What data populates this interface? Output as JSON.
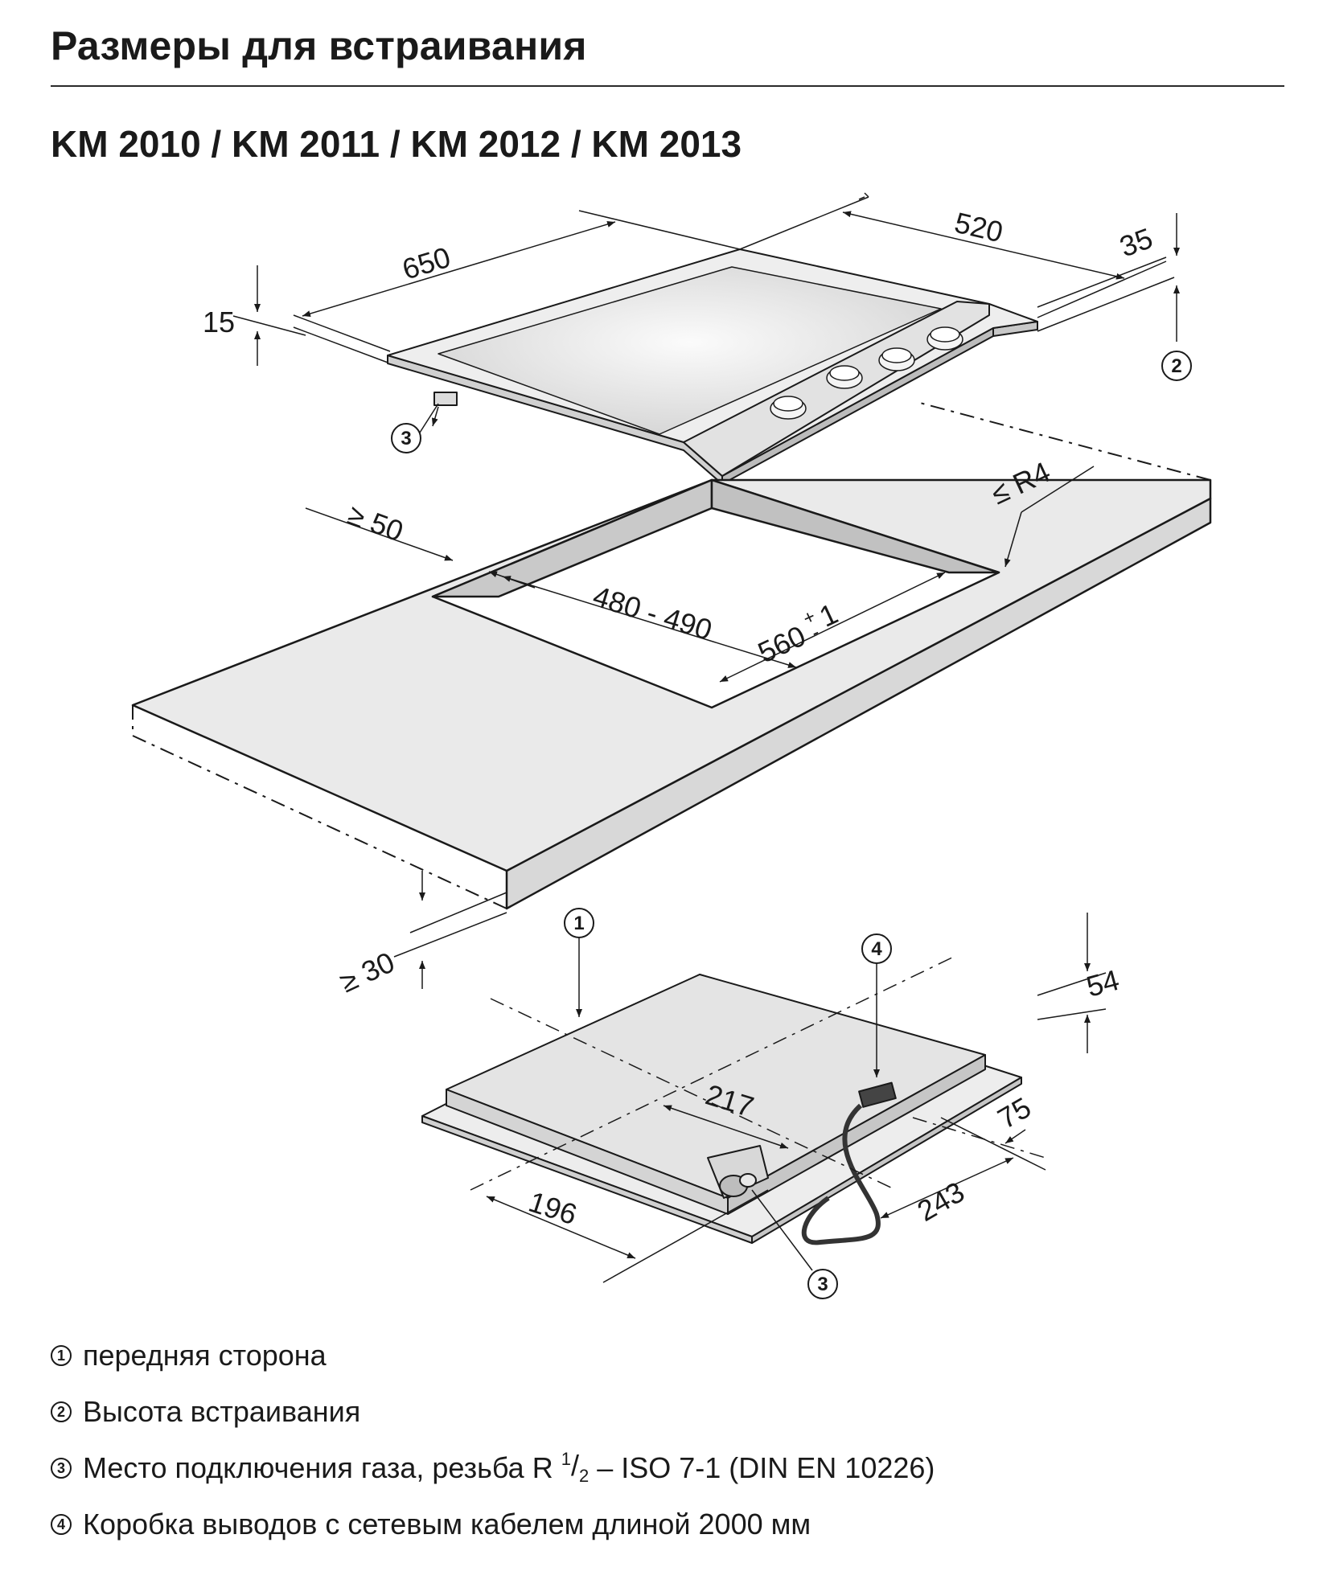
{
  "header": {
    "title": "Размеры для встраивания",
    "models": "KM 2010 / KM 2011 / KM 2012 / KM 2013"
  },
  "dimensions": {
    "depth_top": "650",
    "width_top": "520",
    "height_35": "35",
    "thickness_15": "15",
    "min_front": "≥ 50",
    "radius": "≤ R4",
    "cutout_depth": "480 - 490",
    "cutout_width_base": "560",
    "cutout_tol_plus": "+",
    "cutout_tol_minus": "-",
    "cutout_tol_val": "1",
    "min_thickness": "≥ 30",
    "dim_54": "54",
    "dim_217": "217",
    "dim_75": "75",
    "dim_196": "196",
    "dim_243": "243"
  },
  "callouts": {
    "c1": "1",
    "c2": "2",
    "c3": "3",
    "c4": "4"
  },
  "legend": {
    "item1": {
      "num": "1",
      "text": "передняя сторона"
    },
    "item2": {
      "num": "2",
      "text": "Высота встраивания"
    },
    "item3": {
      "num": "3",
      "text_a": "Место подключения газа, резьба R ",
      "frac_num": "1",
      "frac_slash": "/",
      "frac_den": "2",
      "text_b": " – ISO 7-1 (DIN EN 10226)"
    },
    "item4": {
      "num": "4",
      "text": "Коробка выводов с сетевым кабелем длиной 2000 мм"
    }
  },
  "colors": {
    "line": "#1a1a1a",
    "surface": "#f2f2f2",
    "shade": "#d9d9d9",
    "glass": "#e6e6e6"
  }
}
